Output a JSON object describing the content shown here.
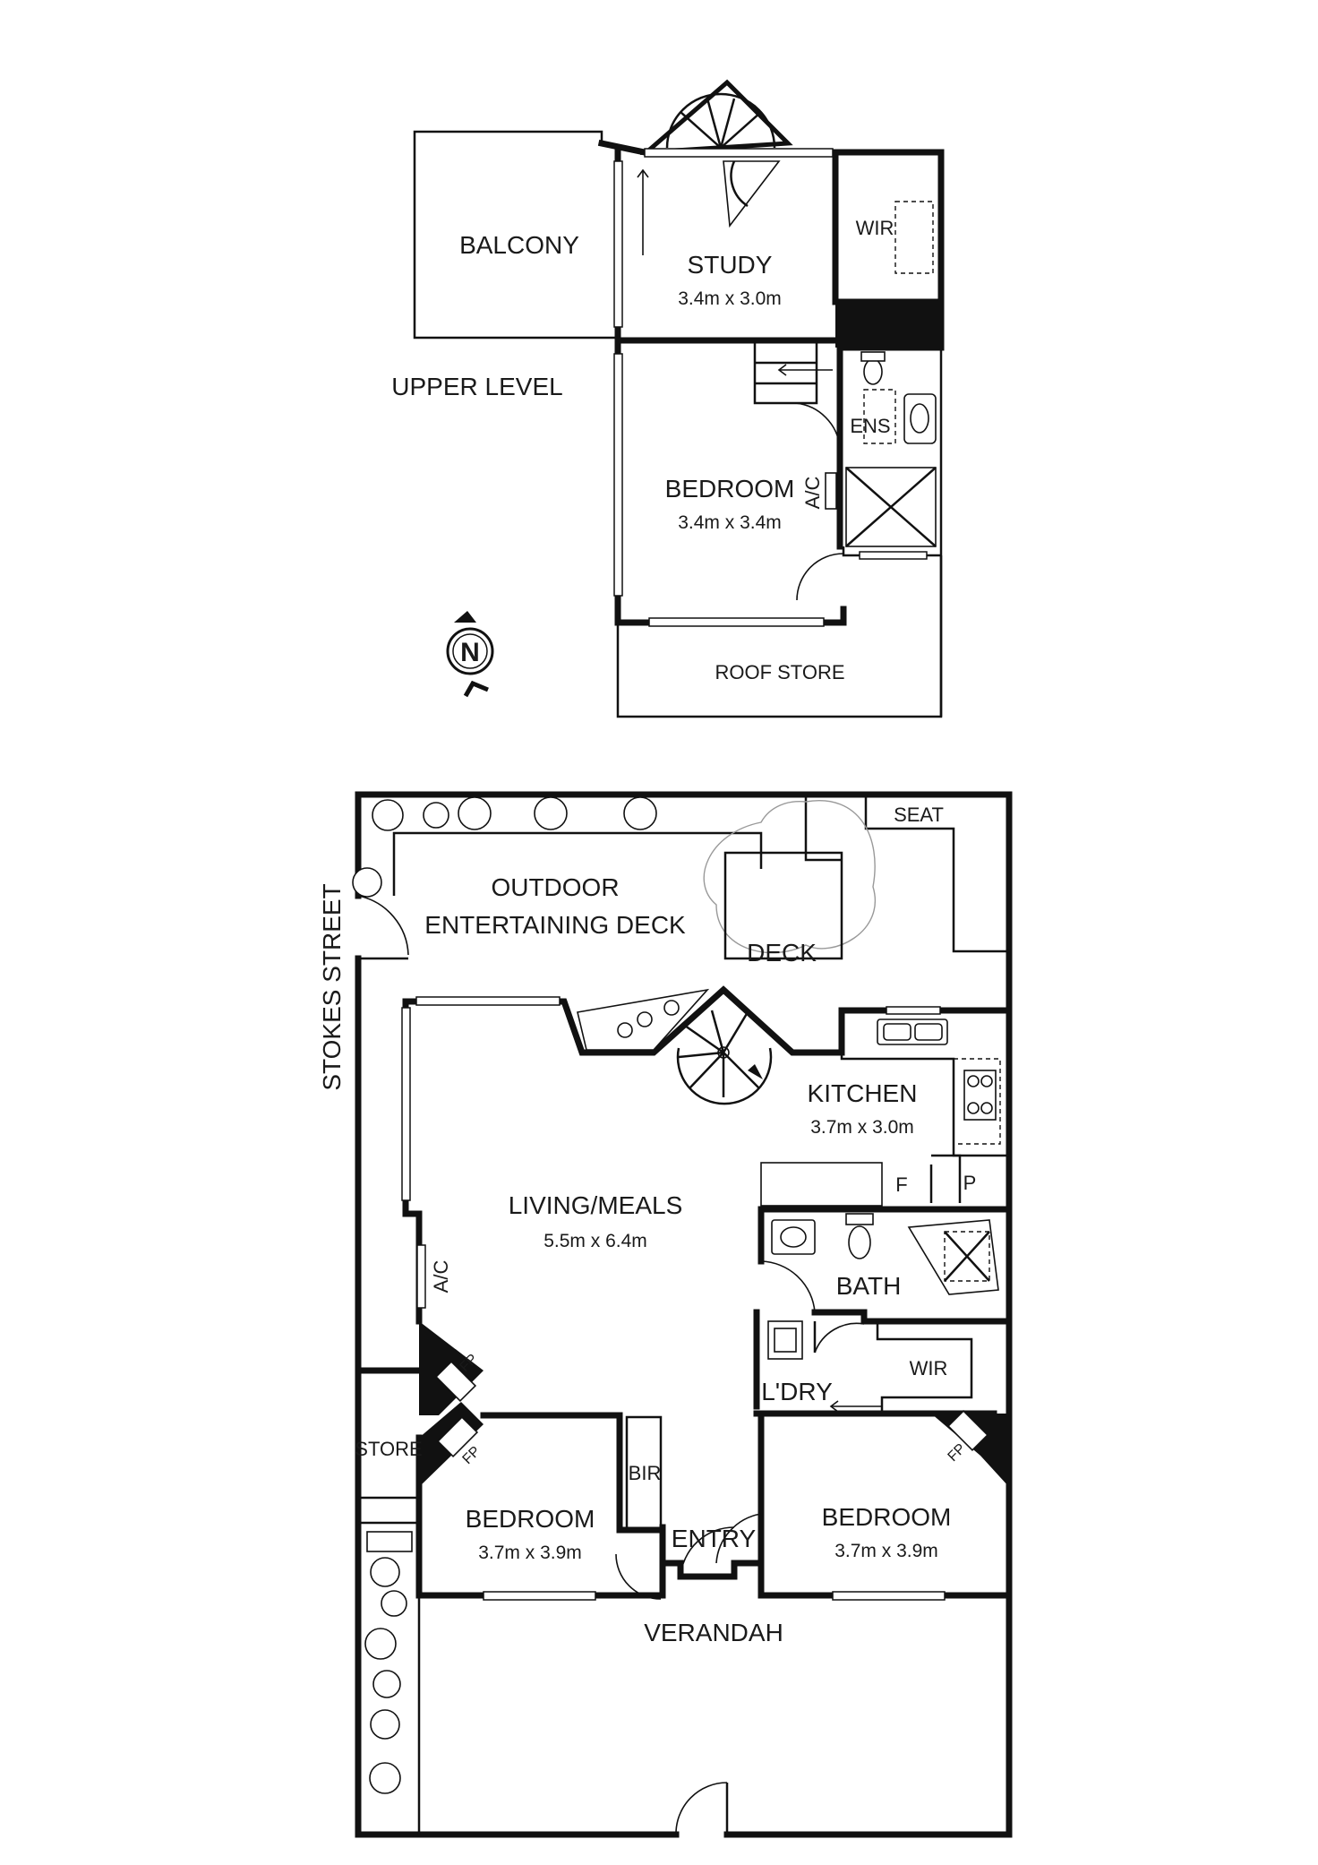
{
  "upper_level": {
    "level_label": "UPPER LEVEL",
    "balcony": "BALCONY",
    "study": {
      "name": "STUDY",
      "dims": "3.4m x 3.0m"
    },
    "wir": "WIR",
    "ens": "ENS",
    "bedroom": {
      "name": "BEDROOM",
      "dims": "3.4m x 3.4m"
    },
    "ac": "A/C",
    "roof_store": "ROOF STORE"
  },
  "compass": {
    "letter": "N",
    "icon": "north-arrow-icon"
  },
  "ground_level": {
    "street": "STOKES STREET",
    "outdoor_deck_line1": "OUTDOOR",
    "outdoor_deck_line2": "ENTERTAINING DECK",
    "deck": "DECK",
    "seat": "SEAT",
    "kitchen": {
      "name": "KITCHEN",
      "dims": "3.7m x 3.0m"
    },
    "fridge": "F",
    "pantry": "P",
    "living": {
      "name": "LIVING/MEALS",
      "dims": "5.5m x 6.4m"
    },
    "ac": "A/C",
    "bath": "BATH",
    "laundry": "L'DRY",
    "wir": "WIR",
    "fp_left_upper": "FP",
    "fp_left_lower": "FP",
    "fp_right": "FP",
    "store": "STORE",
    "bir": "BIR",
    "bedroom_left": {
      "name": "BEDROOM",
      "dims": "3.7m x 3.9m"
    },
    "entry": "ENTRY",
    "bedroom_right": {
      "name": "BEDROOM",
      "dims": "3.7m x 3.9m"
    },
    "verandah": "VERANDAH"
  }
}
